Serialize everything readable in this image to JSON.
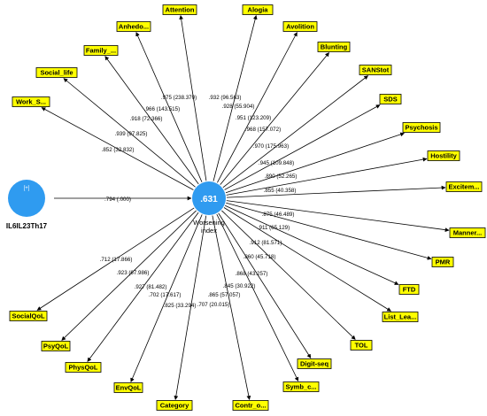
{
  "central": {
    "value": ".631",
    "label_line1": "Worsening",
    "label_line2": "index",
    "color": "#2f9bf0"
  },
  "exogenous": {
    "label": "IL6IL23Th17",
    "marker": "[+]",
    "path_label": ".794 (.000)",
    "color": "#2f9bf0"
  },
  "box_color": "#ffff00",
  "indicators": [
    {
      "name": "Work_S...",
      "path_label": ".852 (32.832)"
    },
    {
      "name": "Social_life",
      "path_label": ".939 (97.825)"
    },
    {
      "name": "Family_...",
      "path_label": ".918 (72.366)"
    },
    {
      "name": "Anhedo...",
      "path_label": ".966 (143.515)"
    },
    {
      "name": "Attention",
      "path_label": ".975 (238.370)"
    },
    {
      "name": "Alogia",
      "path_label": ".932 (96.563)"
    },
    {
      "name": "Avolition",
      "path_label": ".928 (55.904)"
    },
    {
      "name": "Blunting",
      "path_label": ".951 (123.209)"
    },
    {
      "name": "SANStot",
      "path_label": ".968 (157.072)"
    },
    {
      "name": "SDS",
      "path_label": ".970 (175.963)"
    },
    {
      "name": "Psychosis",
      "path_label": ".945 (109.848)"
    },
    {
      "name": "Hostility",
      "path_label": ".890 (52.265)"
    },
    {
      "name": "Excitem...",
      "path_label": ".855 (40.358)"
    },
    {
      "name": "Manner...",
      "path_label": ".875 (46.489)"
    },
    {
      "name": "PMR",
      "path_label": ".911 (65.129)"
    },
    {
      "name": "FTD",
      "path_label": ".912 (81.571)"
    },
    {
      "name": "List_Lea...",
      "path_label": ".860 (45.718)"
    },
    {
      "name": "TOL",
      "path_label": ".868 (43.257)"
    },
    {
      "name": "Digit-seq",
      "path_label": ".845 (30.922)"
    },
    {
      "name": "Symb_c...",
      "path_label": ".865 (57.057)"
    },
    {
      "name": "Contr_o...",
      "path_label": ".707 (20.015)"
    },
    {
      "name": "Category",
      "path_label": ".825 (33.294)"
    },
    {
      "name": "EnvQoL",
      "path_label": ".702 (17.617)"
    },
    {
      "name": "PhysQoL",
      "path_label": ".927 (81.482)"
    },
    {
      "name": "PsyQoL",
      "path_label": ".923 (67.986)"
    },
    {
      "name": "SocialQoL",
      "path_label": ".712 (17.866)"
    }
  ]
}
